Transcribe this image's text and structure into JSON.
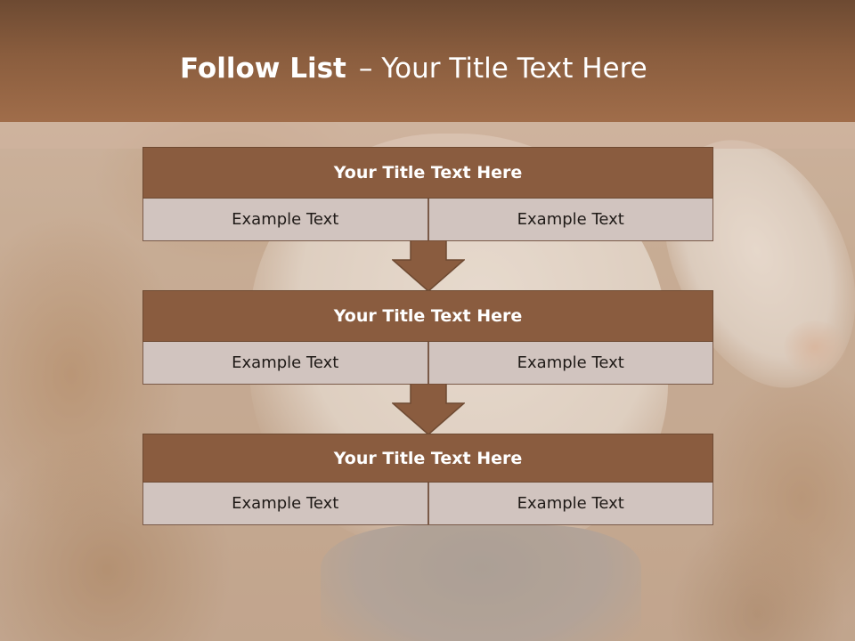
{
  "slide": {
    "title_bold": "Follow List",
    "title_sep": "–",
    "title_rest": "Your Title Text Here"
  },
  "blocks": [
    {
      "title": "Your Title Text Here",
      "cells": [
        "Example Text",
        "Example Text"
      ]
    },
    {
      "title": "Your Title Text Here",
      "cells": [
        "Example Text",
        "Example Text"
      ]
    },
    {
      "title": "Your Title Text Here",
      "cells": [
        "Example Text",
        "Example Text"
      ]
    }
  ],
  "colors": {
    "banner": "#8a5d3e",
    "block_header": "#8a5c3f",
    "block_row": "#d1c4bf",
    "arrow": "#8a5c3f",
    "title_text": "#ffffff"
  }
}
